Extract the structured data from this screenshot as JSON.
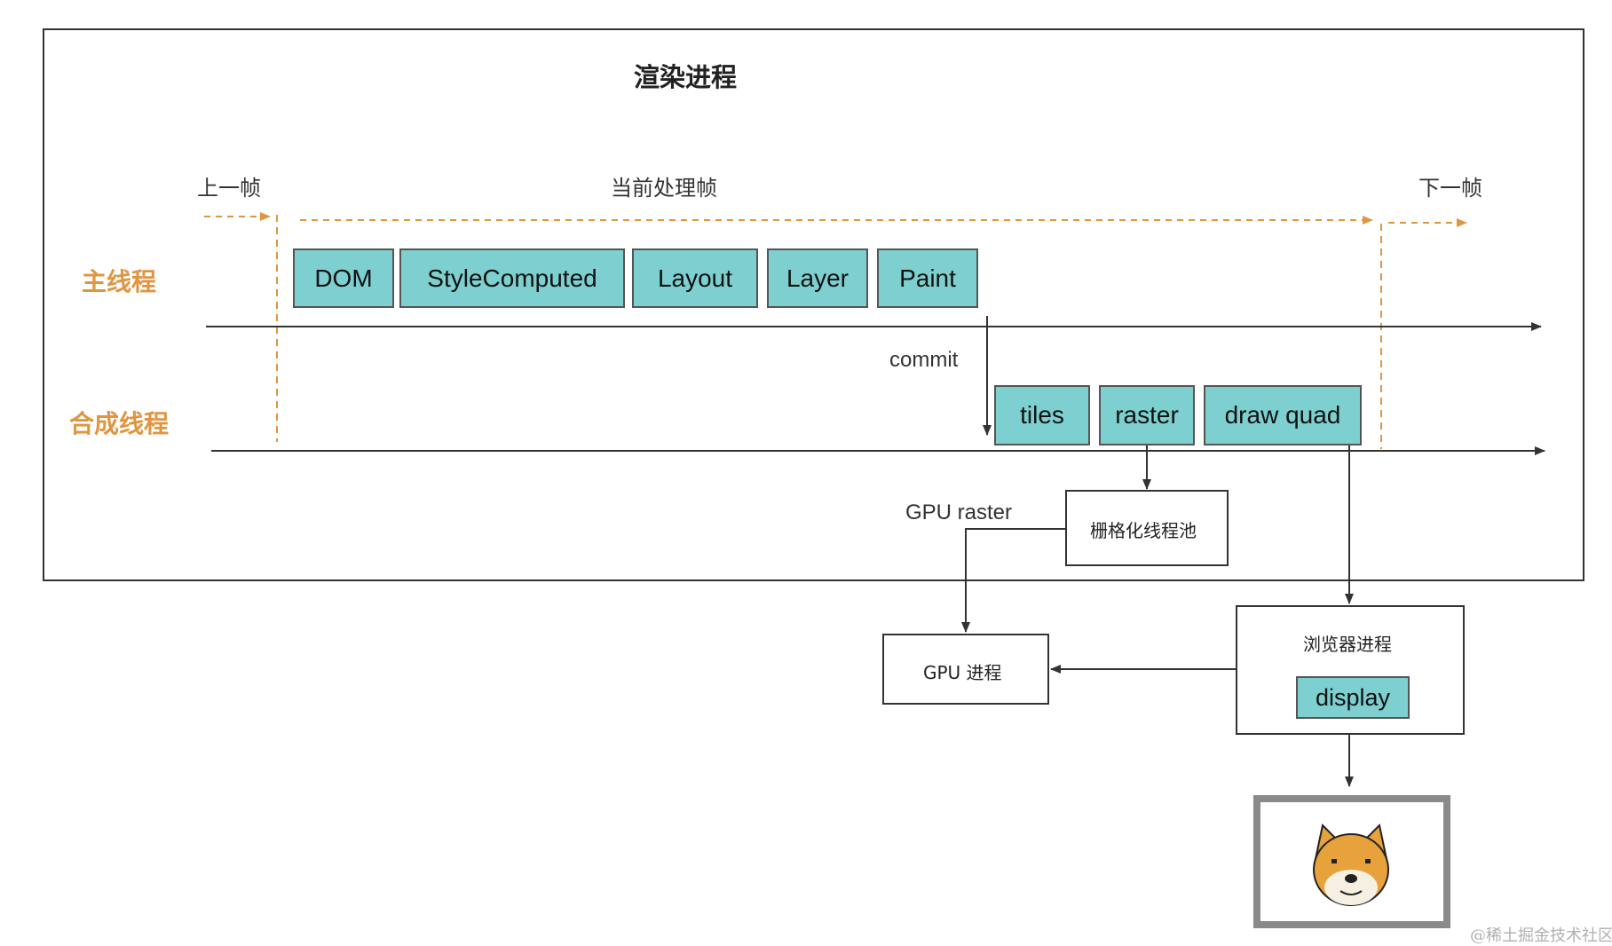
{
  "title": "渲染进程",
  "frames": {
    "prev": "上一帧",
    "current": "当前处理帧",
    "next": "下一帧"
  },
  "threads": {
    "main": "主线程",
    "compositor": "合成线程"
  },
  "main_tasks": [
    "DOM",
    "StyleComputed",
    "Layout",
    "Layer",
    "Paint"
  ],
  "compositor_tasks": [
    "tiles",
    "raster",
    "draw quad"
  ],
  "labels": {
    "commit": "commit",
    "gpu_raster": "GPU raster"
  },
  "processes": {
    "raster_pool": "栅格化线程池",
    "gpu": "GPU 进程",
    "browser": "浏览器进程",
    "display": "display"
  },
  "watermark": "@稀土掘金技术社区",
  "colors": {
    "task_fill": "#7ecfcf",
    "frame_dash": "#e0953f",
    "thread_label": "#e0953f"
  }
}
